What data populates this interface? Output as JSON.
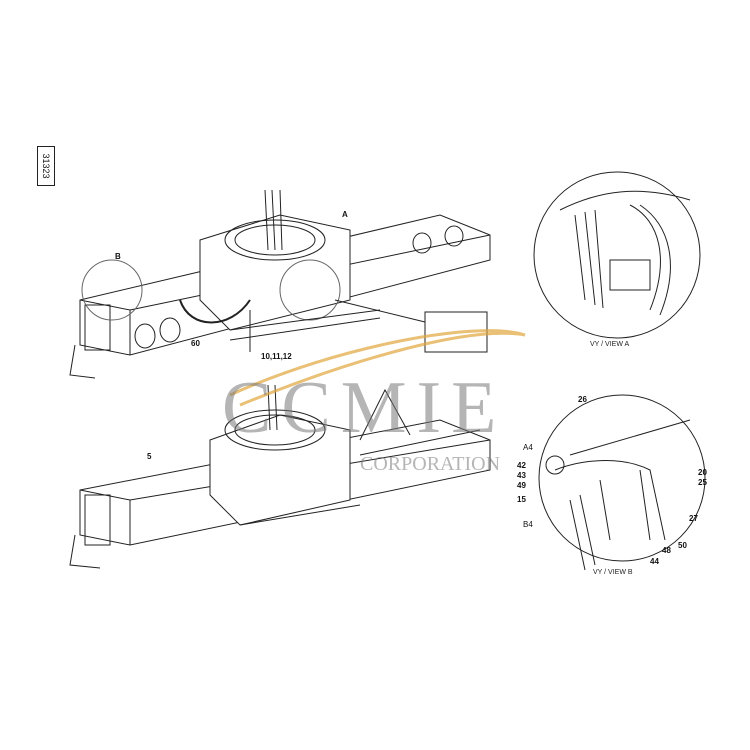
{
  "document_number": "31323",
  "watermark": {
    "brand": "CCMIE",
    "subtitle": "CORPORATION",
    "swoosh_color": "#e0a53a"
  },
  "top_assembly": {
    "callouts": {
      "b": "B",
      "a": "A",
      "c60": "60",
      "c10": "10,11,12"
    }
  },
  "bottom_assembly": {
    "callouts": {
      "c5": "5"
    }
  },
  "view_a": {
    "caption": "VY / VIEW A"
  },
  "view_b": {
    "caption": "VY / VIEW B",
    "callouts": {
      "c26": "26",
      "a4": "A4",
      "c42": "42",
      "c43": "43",
      "c49": "49",
      "c15": "15",
      "b4": "B4",
      "c20": "20",
      "c25": "25",
      "c27": "27",
      "c50": "50",
      "c48": "48",
      "c44": "44"
    }
  }
}
